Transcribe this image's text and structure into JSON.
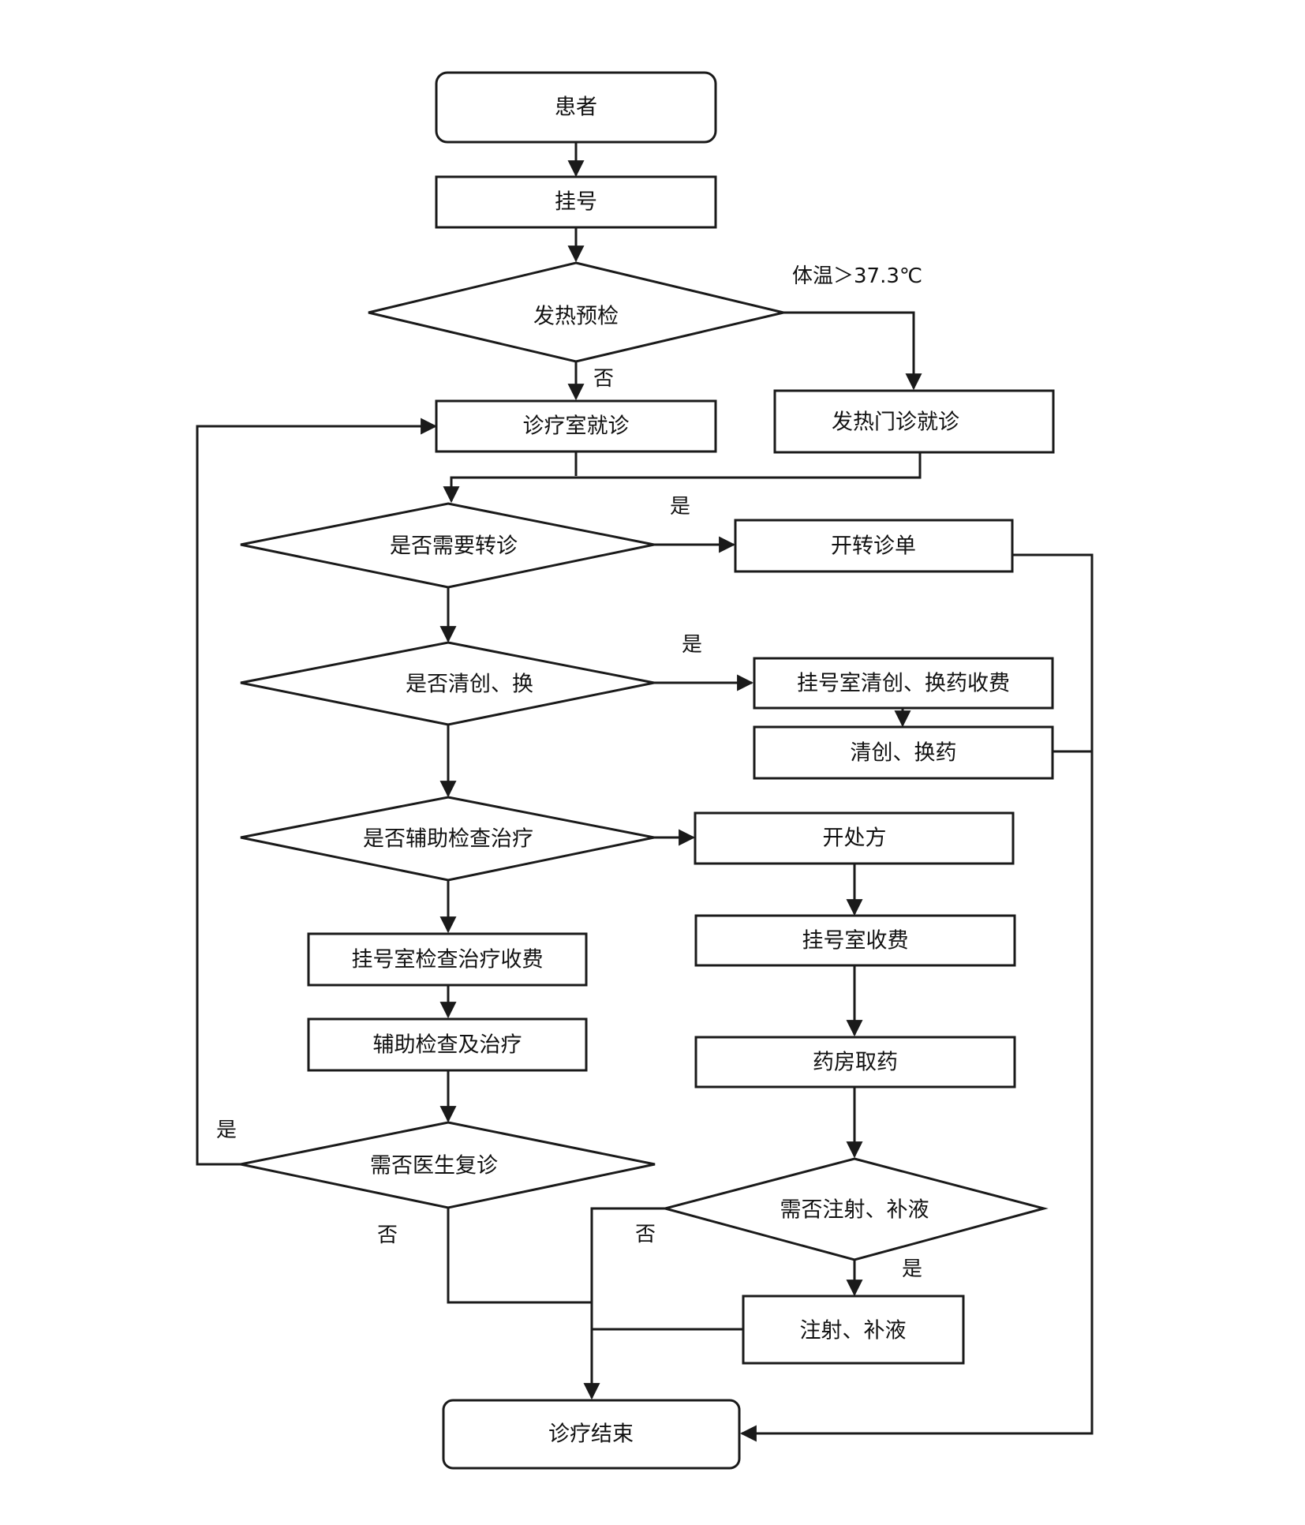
{
  "nodes": {
    "patient": "患者",
    "register": "挂号",
    "fever_check": "发热预检",
    "clinic_visit": "诊疗室就诊",
    "fever_clinic": "发热门诊就诊",
    "need_referral": "是否需要转诊",
    "referral_slip": "开转诊单",
    "need_dressing": "是否清创、换",
    "dressing_fee": "挂号室清创、换药收费",
    "dressing": "清创、换药",
    "need_aux": "是否辅助检查治疗",
    "prescribe": "开处方",
    "aux_fee": "挂号室检查治疗收费",
    "register_fee": "挂号室收费",
    "aux_treatment": "辅助检查及治疗",
    "pharmacy": "药房取药",
    "need_revisit": "需否医生复诊",
    "need_injection": "需否注射、补液",
    "injection": "注射、补液",
    "end": "诊疗结束"
  },
  "labels": {
    "fever_temp": "体温＞37.3℃",
    "fever_no": "否",
    "referral_yes": "是",
    "dressing_yes": "是",
    "revisit_yes": "是",
    "revisit_no": "否",
    "injection_no": "否",
    "injection_yes": "是"
  },
  "colors": {
    "stroke": "#1a1a1a",
    "text": "#111111",
    "background": "#ffffff"
  }
}
